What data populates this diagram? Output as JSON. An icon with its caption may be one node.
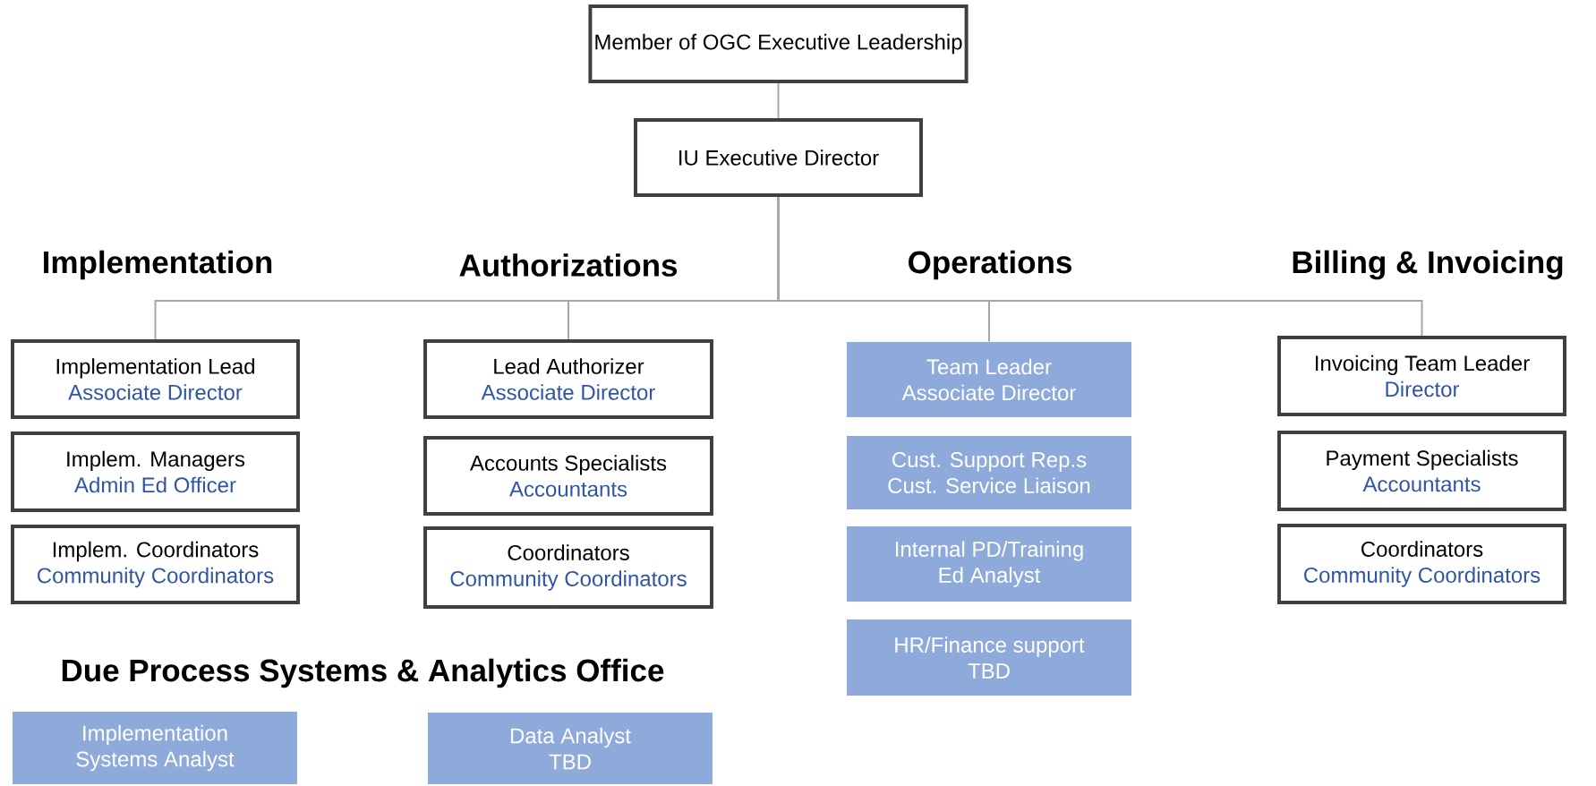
{
  "diagram": {
    "nodes": [
      {
        "text": [
          "Member of OGC Executive Leadership"
        ]
      },
      {
        "text": [
          "IU Executive Director"
        ]
      },
      {
        "text": [
          "Implementation Lead",
          "Associate Director"
        ]
      },
      {
        "text": [
          "Implem. Managers",
          "Admin Ed Officer"
        ]
      },
      {
        "text": [
          "Implem. Coordinators",
          "Community Coordinators"
        ]
      },
      {
        "text": [
          "Lead Authorizer",
          "Associate Director"
        ]
      },
      {
        "text": [
          "Accounts Specialists",
          "Accountants"
        ]
      },
      {
        "text": [
          "Coordinators",
          "Community Coordinators"
        ]
      },
      {
        "text": [
          "Team Leader",
          "Associate Director"
        ]
      },
      {
        "text": [
          "Cust. Support Rep.s",
          "Cust. Service Liaison"
        ]
      },
      {
        "text": [
          "Internal PD/Training",
          "Ed Analyst"
        ]
      },
      {
        "text": [
          "HR/Finance support",
          "TBD"
        ]
      },
      {
        "text": [
          "Invoicing Team Leader",
          "Director"
        ]
      },
      {
        "text": [
          "Payment Specialists",
          "Accountants"
        ]
      },
      {
        "text": [
          "Coordinators",
          "Community Coordinators"
        ]
      },
      {
        "text": [
          "Implementation",
          "Systems Analyst"
        ]
      },
      {
        "text": [
          "Data Analyst",
          "TBD"
        ]
      }
    ],
    "edges": [
      {
        "from": 0,
        "to": 1,
        "arrow": "none"
      },
      {
        "from": 1,
        "to": 2,
        "arrow": "none"
      },
      {
        "from": 1,
        "to": 5,
        "arrow": "none"
      },
      {
        "from": 1,
        "to": 8,
        "arrow": "none"
      },
      {
        "from": 1,
        "to": 12,
        "arrow": "none"
      }
    ],
    "labels": [
      "Implementation",
      "Authorizations",
      "Operations",
      "Billing & Invoicing",
      "Due Process Systems & Analytics Office"
    ]
  }
}
